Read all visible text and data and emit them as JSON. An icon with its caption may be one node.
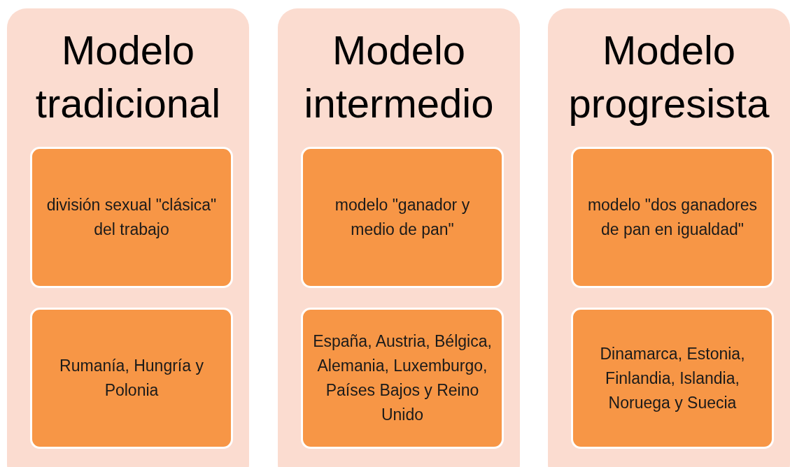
{
  "diagram": {
    "nodes": [
      {
        "text": [
          "Modelo tradicional"
        ]
      },
      {
        "text": [
          "división sexual \"clásica\" del trabajo"
        ],
        "in": 0
      },
      {
        "text": [
          "Rumanía, Hungría y Polonia"
        ],
        "in": 0
      },
      {
        "text": [
          "Modelo intermedio"
        ]
      },
      {
        "text": [
          "modelo \"ganador y medio de pan\""
        ],
        "in": 3
      },
      {
        "text": [
          "España, Austria, Bélgica, Alemania, Luxemburgo, Países Bajos y Reino Unido"
        ],
        "in": 3
      },
      {
        "text": [
          "Modelo progresista"
        ]
      },
      {
        "text": [
          "modelo \"dos ganadores de pan en igualdad\""
        ],
        "in": 6
      },
      {
        "text": [
          "Dinamarca, Estonia, Finlandia, Islandia, Noruega y Suecia"
        ],
        "in": 6
      }
    ]
  }
}
